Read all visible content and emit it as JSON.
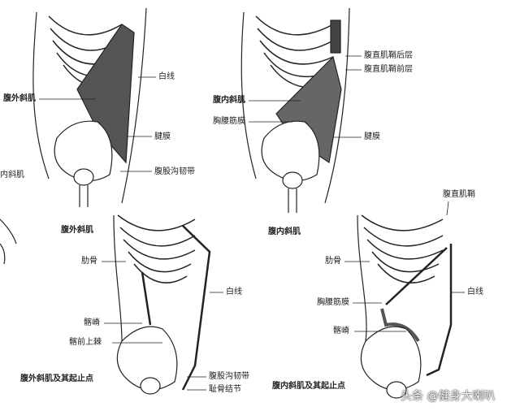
{
  "panels": {
    "top_left": {
      "caption": "腹外斜肌",
      "labels": {
        "muscle": "腹外斜肌",
        "linea_alba": "白线",
        "aponeurosis": "腱膜",
        "inguinal_ligament": "腹股沟韧带",
        "internal_oblique_cut": "腹内斜肌"
      }
    },
    "top_right": {
      "caption": "腹内斜肌",
      "labels": {
        "sheath_posterior": "腹直肌鞘后层",
        "sheath_anterior": "腹直肌鞘前层",
        "muscle": "腹内斜肌",
        "thoracolumbar_fascia": "胸腰筋膜",
        "aponeurosis": "腱膜"
      }
    },
    "bottom_left": {
      "caption": "腹外斜肌及其起止点",
      "labels": {
        "ribs": "肋骨",
        "linea_alba": "白线",
        "iliac_crest": "髂嵴",
        "asis": "髂前上棘",
        "inguinal_ligament": "腹股沟韧带",
        "pubic_tubercle": "耻骨结节"
      }
    },
    "bottom_right": {
      "caption": "腹内斜肌及其起止点",
      "labels": {
        "rectus_sheath": "腹直肌鞘",
        "ribs": "肋骨",
        "linea_alba": "白线",
        "thoracolumbar_fascia": "胸腰筋膜",
        "iliac_crest": "髂嵴"
      }
    }
  },
  "watermark": "头条 @健身大喇叭"
}
